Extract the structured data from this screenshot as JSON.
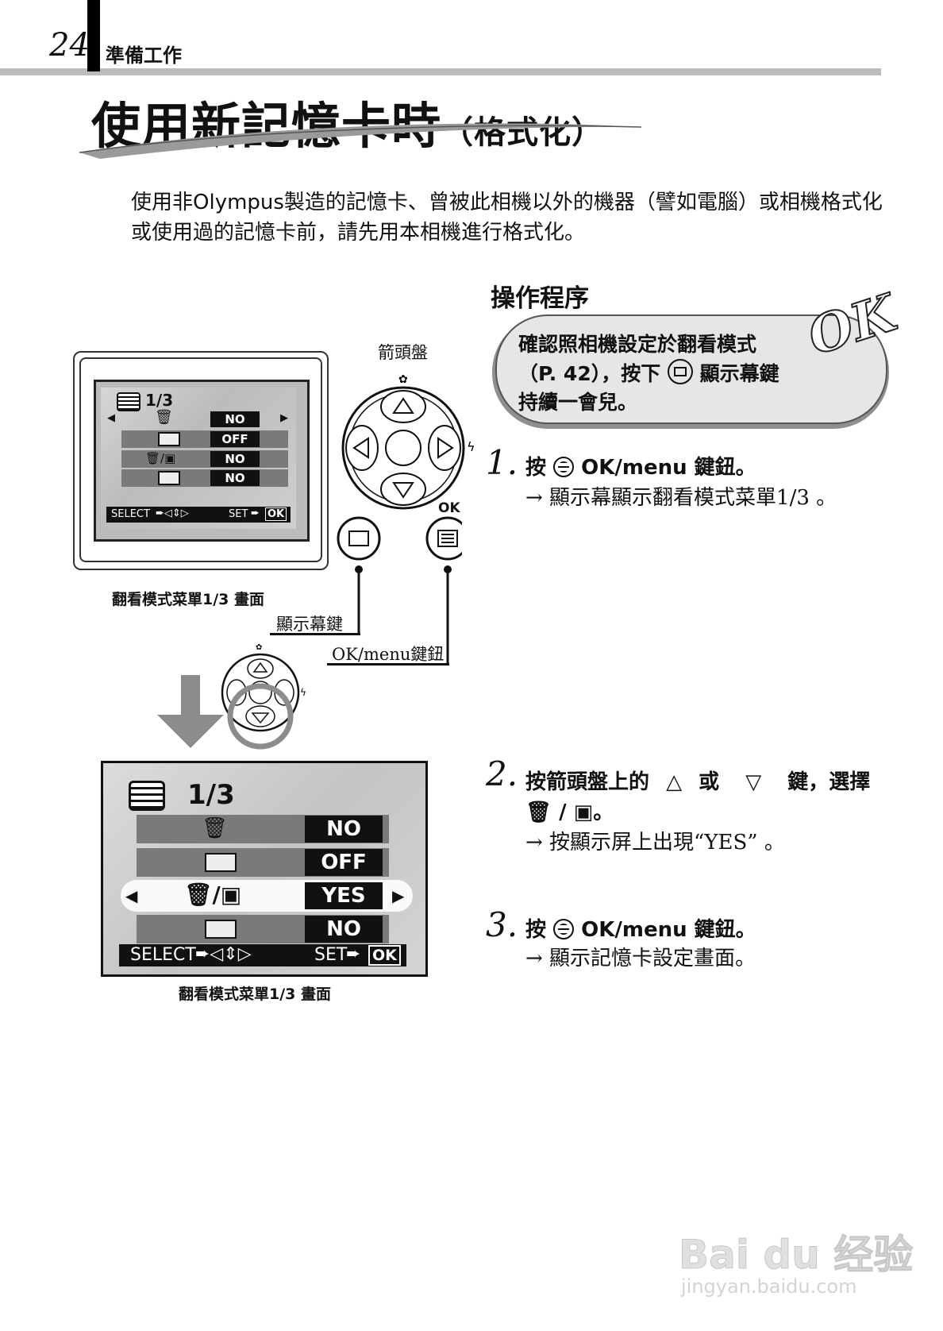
{
  "header": {
    "page_number": "24",
    "section": "準備工作"
  },
  "title": {
    "main": "使用新記憶卡時",
    "sub": "（格式化）"
  },
  "intro": "使用非Olympus製造的記憶卡、曾被此相機以外的機器（譬如電腦）或相機格式化或使用過的記憶卡前，請先用本相機進行格式化。",
  "operation": {
    "heading": "操作程序",
    "callout": {
      "line1": "確認照相機設定於翻看模式",
      "line2_pre": "（P. 42），按下",
      "line2_post": "顯示幕鍵",
      "line3": "持續一會兒。",
      "badge": "OK"
    }
  },
  "diagram": {
    "arrow_pad_label": "箭頭盤",
    "ok_label": "OK",
    "display_key_label": "顯示幕鍵",
    "okmenu_label": "OK/menu鍵鈕",
    "caption_top": "翻看模式菜單1/3 畫面",
    "caption_bottom": "翻看模式菜單1/3 畫面"
  },
  "small_menu": {
    "page": "1/3",
    "values": [
      "NO",
      "OFF",
      "NO",
      "NO"
    ],
    "footer_select": "SELECT",
    "footer_set": "SET",
    "footer_ok": "OK"
  },
  "big_menu": {
    "page": "1/3",
    "values": [
      "NO",
      "OFF",
      "YES",
      "NO"
    ],
    "footer_select": "SELECT",
    "footer_set": "SET",
    "footer_ok": "OK"
  },
  "steps": [
    {
      "num": "1.",
      "main_pre": "按",
      "main_post": "OK/menu 鍵鈕。",
      "sub": "→  顯示幕顯示翻看模式菜單1/3 。"
    },
    {
      "num": "2.",
      "main_pre": "按箭頭盤上的",
      "main_mid": "或",
      "main_post": "鍵，選擇",
      "main_line2": "/",
      "sub": "→  按顯示屏上出現“YES” 。"
    },
    {
      "num": "3.",
      "main_pre": "按",
      "main_post": "OK/menu 鍵鈕。",
      "sub": "→  顯示記憶卡設定畫面。"
    }
  ],
  "watermark": {
    "brand": "Bai du 经验",
    "url": "jingyan.baidu.com"
  }
}
